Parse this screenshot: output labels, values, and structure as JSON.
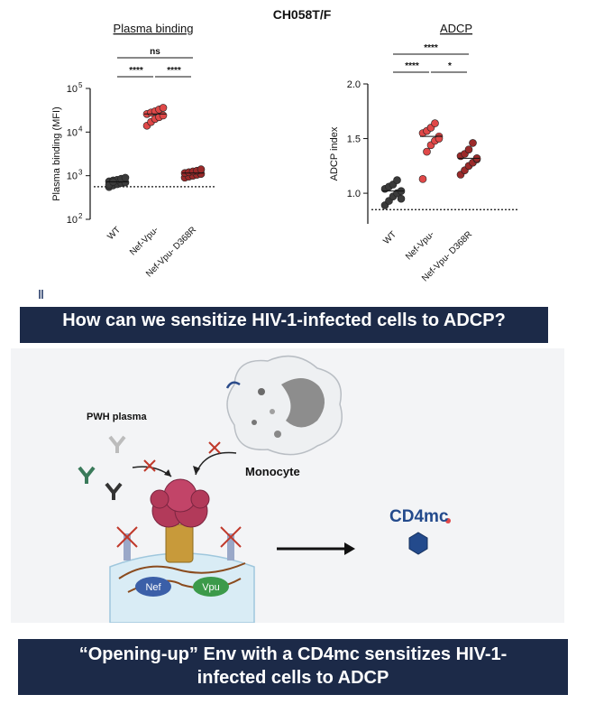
{
  "figure_title": "CH058T/F",
  "banner_1": "How can we sensitize HIV-1-infected cells to ADCP?",
  "banner_2_line1": "“Opening-up” Env with a CD4mc sensitizes HIV-1-",
  "banner_2_line2": "infected cells to ADCP",
  "diagram": {
    "pwh_label": "PWH plasma",
    "monocyte_label": "Monocyte",
    "nef_label": "Nef",
    "vpu_label": "Vpu",
    "cd4mc_label": "CD4mc"
  },
  "colors": {
    "wt": "#3a3a3a",
    "nef_vpu": "#e04848",
    "nef_vpu_d368r": "#9b2a2a",
    "banner": "#1c2a48"
  },
  "chart_data": [
    {
      "type": "scatter",
      "title": "Plasma binding",
      "ylabel": "Plasma binding (MFI)",
      "xlabel": "",
      "yscale": "log",
      "ylim": [
        100,
        100000
      ],
      "yticks": [
        100,
        1000,
        10000,
        100000
      ],
      "ytick_labels": [
        "10",
        "10",
        "10",
        "10"
      ],
      "ytick_exponents": [
        "2",
        "3",
        "4",
        "5"
      ],
      "categories": [
        "WT",
        "Nef-Vpu-",
        "Nef-Vpu- D368R"
      ],
      "series": [
        {
          "category": "WT",
          "values": [
            550,
            600,
            640,
            680,
            700,
            740,
            780,
            800,
            850,
            900,
            620,
            720
          ]
        },
        {
          "category": "Nef-Vpu-",
          "values": [
            14000,
            17000,
            20000,
            22000,
            24000,
            26000,
            28000,
            30000,
            33000,
            36000
          ]
        },
        {
          "category": "Nef-Vpu- D368R",
          "values": [
            900,
            950,
            1000,
            1050,
            1100,
            1150,
            1200,
            1250,
            1300,
            1400
          ]
        }
      ],
      "threshold": 560,
      "significance": [
        {
          "pair": [
            "WT",
            "Nef-Vpu-"
          ],
          "label": "****"
        },
        {
          "pair": [
            "Nef-Vpu-",
            "Nef-Vpu- D368R"
          ],
          "label": "****"
        },
        {
          "pair": [
            "WT",
            "Nef-Vpu- D368R"
          ],
          "label": "ns"
        }
      ],
      "grid": false
    },
    {
      "type": "scatter",
      "title": "ADCP",
      "ylabel": "ADCP index",
      "xlabel": "",
      "ylim": [
        0.72,
        2.0
      ],
      "yticks": [
        1.0,
        1.5,
        2.0
      ],
      "ytick_labels": [
        "1.0",
        "1.5",
        "2.0"
      ],
      "categories": [
        "WT",
        "Nef-Vpu-",
        "Nef-Vpu- D368R"
      ],
      "series": [
        {
          "category": "WT",
          "values": [
            0.89,
            0.93,
            0.97,
            1.0,
            1.02,
            1.04,
            1.06,
            1.08,
            1.12,
            0.95
          ]
        },
        {
          "category": "Nef-Vpu-",
          "values": [
            1.13,
            1.38,
            1.44,
            1.48,
            1.52,
            1.55,
            1.57,
            1.6,
            1.64,
            1.5
          ]
        },
        {
          "category": "Nef-Vpu- D368R",
          "values": [
            1.17,
            1.21,
            1.25,
            1.28,
            1.31,
            1.34,
            1.36,
            1.4,
            1.46,
            1.32
          ]
        }
      ],
      "threshold": 0.85,
      "significance": [
        {
          "pair": [
            "WT",
            "Nef-Vpu-"
          ],
          "label": "****"
        },
        {
          "pair": [
            "Nef-Vpu-",
            "Nef-Vpu- D368R"
          ],
          "label": "*"
        },
        {
          "pair": [
            "WT",
            "Nef-Vpu- D368R"
          ],
          "label": "****"
        }
      ],
      "grid": false
    }
  ]
}
